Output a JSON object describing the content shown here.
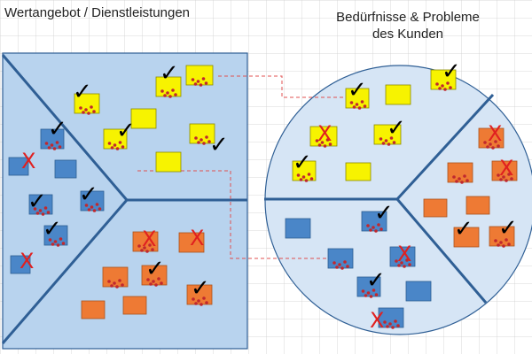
{
  "titles": {
    "left": "Wertangebot / Dienstleistungen",
    "right_line1": "Bedürfnisse & Probleme",
    "right_line2": "des Kunden"
  },
  "colors": {
    "panel_fill": "#b8d3ee",
    "panel_stroke": "#2f5f95",
    "circle_fill": "#d6e5f5",
    "yellow": "#f7f300",
    "blue": "#4a86c8",
    "orange": "#ee7a34",
    "dot": "#c0282e",
    "x_mark": "#e02020",
    "connector": "#e05050"
  },
  "marks": {
    "check": "✓",
    "cross": "X"
  },
  "icons": [
    "checkmark-icon",
    "cross-icon",
    "dots-icon"
  ]
}
